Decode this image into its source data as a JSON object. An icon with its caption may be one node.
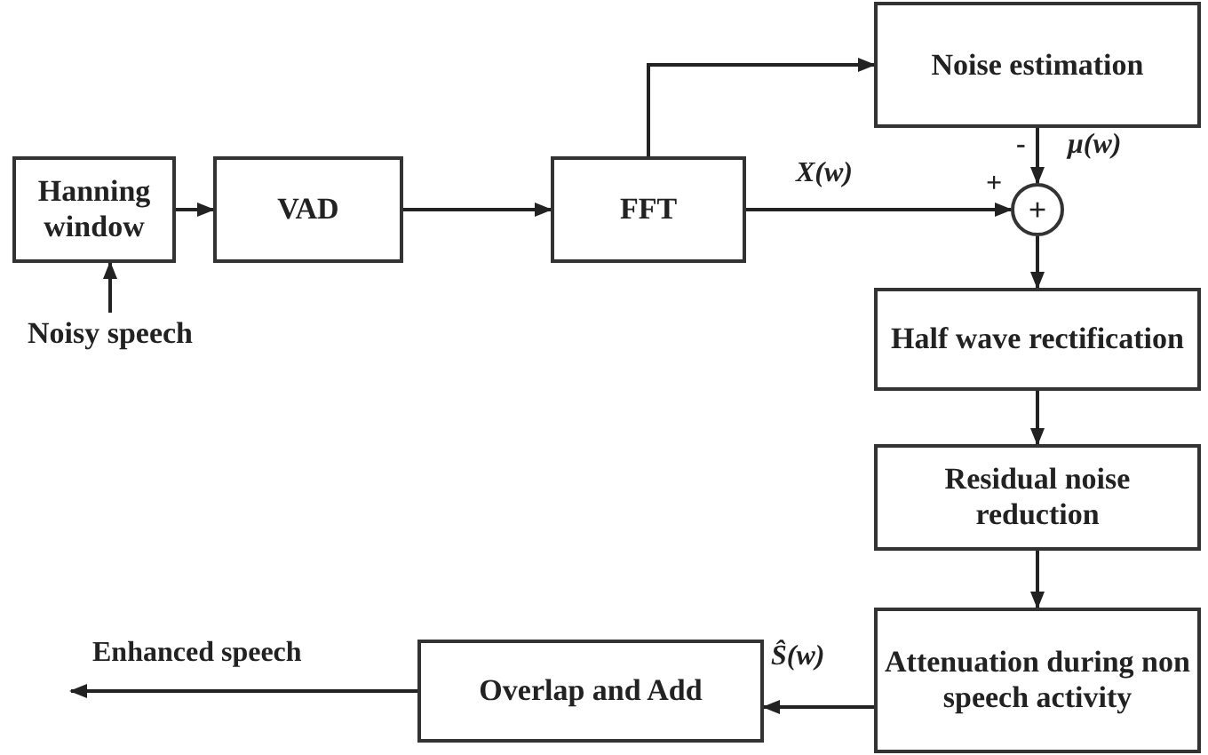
{
  "diagram": {
    "nodes": [
      {
        "text": [
          "Hanning window"
        ]
      },
      {
        "text": [
          "VAD"
        ]
      },
      {
        "text": [
          "FFT"
        ]
      },
      {
        "text": [
          "Noise estimation"
        ]
      },
      {
        "text": [
          "+"
        ]
      },
      {
        "text": [
          "Half wave rectification"
        ]
      },
      {
        "text": [
          "Residual noise reduction"
        ]
      },
      {
        "text": [
          "Attenuation during non speech activity"
        ]
      },
      {
        "text": [
          "Overlap and Add"
        ]
      },
      {
        "text": [
          "Noisy speech"
        ]
      }
    ],
    "edges": [
      {
        "from": 9,
        "to": 0,
        "arrow": "to"
      },
      {
        "from": 0,
        "to": 1,
        "arrow": "to"
      },
      {
        "from": 1,
        "to": 2,
        "arrow": "to"
      },
      {
        "from": 2,
        "to": 3,
        "arrow": "to"
      },
      {
        "from": 2,
        "to": 4,
        "arrow": "to",
        "label": "X(w)"
      },
      {
        "from": 3,
        "to": 4,
        "arrow": "to",
        "label": "μ(w)"
      },
      {
        "from": 4,
        "to": 5,
        "arrow": "to"
      },
      {
        "from": 5,
        "to": 6,
        "arrow": "to"
      },
      {
        "from": 6,
        "to": 7,
        "arrow": "to"
      },
      {
        "from": 7,
        "to": 8,
        "arrow": "to",
        "label": "Ŝ(w)"
      },
      {
        "from": 8,
        "to": null,
        "arrow": "to",
        "label": "Enhanced speech"
      }
    ],
    "labels": [
      "-",
      "+"
    ]
  }
}
